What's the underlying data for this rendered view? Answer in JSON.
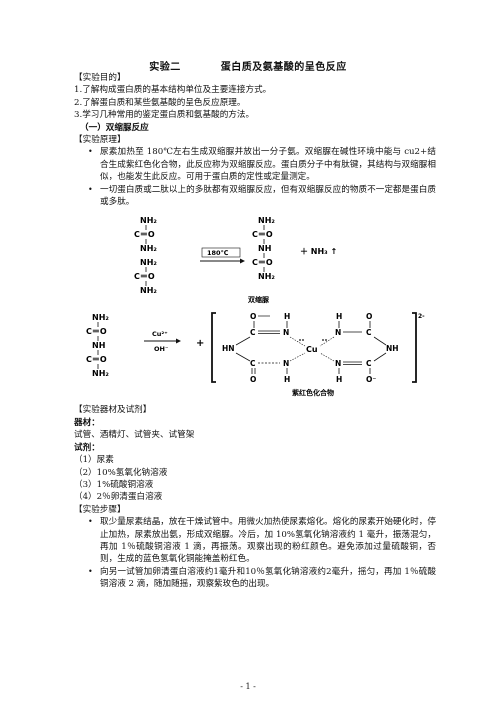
{
  "title": {
    "left": "实验二",
    "right": "蛋白质及氨基酸的呈色反应"
  },
  "sections": {
    "purpose_heading": "【实验目的】",
    "purpose_items": [
      "1.了解构成蛋白质的基本结构单位及主要连接方式。",
      "2.了解蛋白质和某些氨基酸的呈色反应原理。",
      "3.学习几种常用的鉴定蛋白质和氨基酸的方法。"
    ],
    "part1_heading": "（一）双缩脲反应",
    "principle_heading": "【实验原理】",
    "principle_bullets": [
      "尿素加热至 180℃左右生成双缩脲并放出一分子氨。双缩脲在碱性环境中能与  cu2+结合生成紫红色化合物，此反应称为双缩脲反应。蛋白质分子中有肽键，其结构与双缩脲相似，也能发生此反应。可用于蛋白质的定性或定量测定。",
      "一切蛋白质或二肽以上的多肽都有双缩脲反应，但有双缩脲反应的物质不一定都是蛋白质或多肽。"
    ],
    "materials_heading": "【实验器材及试剂】",
    "equipment_heading": "器材：",
    "equipment_text": "试管、酒精灯、试管夹、试管架",
    "reagents_heading": "试剂：",
    "reagents": [
      "（1）尿素",
      "（2）10%氢氧化钠溶液",
      "（3）1%硫酸铜溶液",
      "（4）2％卵清蛋白溶液"
    ],
    "steps_heading": "【实验步骤】",
    "steps_bullets": [
      "取少量尿素结晶，放在干燥试管中。用微火加热使尿素熔化。熔化的尿素开始硬化时，停止加热，尿素放出氨，形成双缩脲。冷后，加 10%氢氧化钠溶液约 1 毫升，振荡混匀，再加 1％硫酸铜溶液 1 滴，再振荡。观察出现的粉红颜色。避免添加过量硫酸铜，否则，生成的蓝色氢氧化铜能掩盖粉红色。",
      "向另一试管加卵清蛋白溶液约1毫升和10％氢氧化钠溶液约2毫升，摇匀，再加 1％硫酸铜溶液 2 滴，随加随摇，观察紫玫色的出现。"
    ]
  },
  "diagram1": {
    "urea1": [
      "NH₂",
      "C＝O",
      "NH₂"
    ],
    "urea2": [
      "NH₂",
      "C＝O",
      "NH₂"
    ],
    "arrow_label": "180℃",
    "product": [
      "NH₂",
      "C＝O",
      "NH",
      "C＝O",
      "NH₂"
    ],
    "byproduct": "＋ NH₃ ↑",
    "caption": "双缩脲"
  },
  "diagram2": {
    "biuret": [
      "NH₂",
      "C＝O",
      "NH",
      "C＝O",
      "NH₂"
    ],
    "arrow_top": "Cu²⁺",
    "arrow_bottom": "OH⁻",
    "plus": "+",
    "charge": "2-",
    "complex": {
      "O_top_left": "O",
      "H_top_left": "H",
      "H_top_right": "H",
      "O_top_right": "O",
      "C_left_top": "C",
      "N_left_top": "N",
      "N_right_top": "N",
      "C_right_top": "C",
      "HN_left": "HN",
      "Cu": "Cu",
      "NH_right": "NH",
      "C_left_bot": "C",
      "N_left_bot": "N",
      "N_right_bot": "N",
      "C_right_bot": "C",
      "O_bot_left": "O",
      "H_bot_left": "H",
      "H_bot_right": "H",
      "O_bot_right": "O⁻"
    },
    "caption": "紫红色化合物"
  },
  "footer": {
    "page_number": "- 1 -"
  }
}
